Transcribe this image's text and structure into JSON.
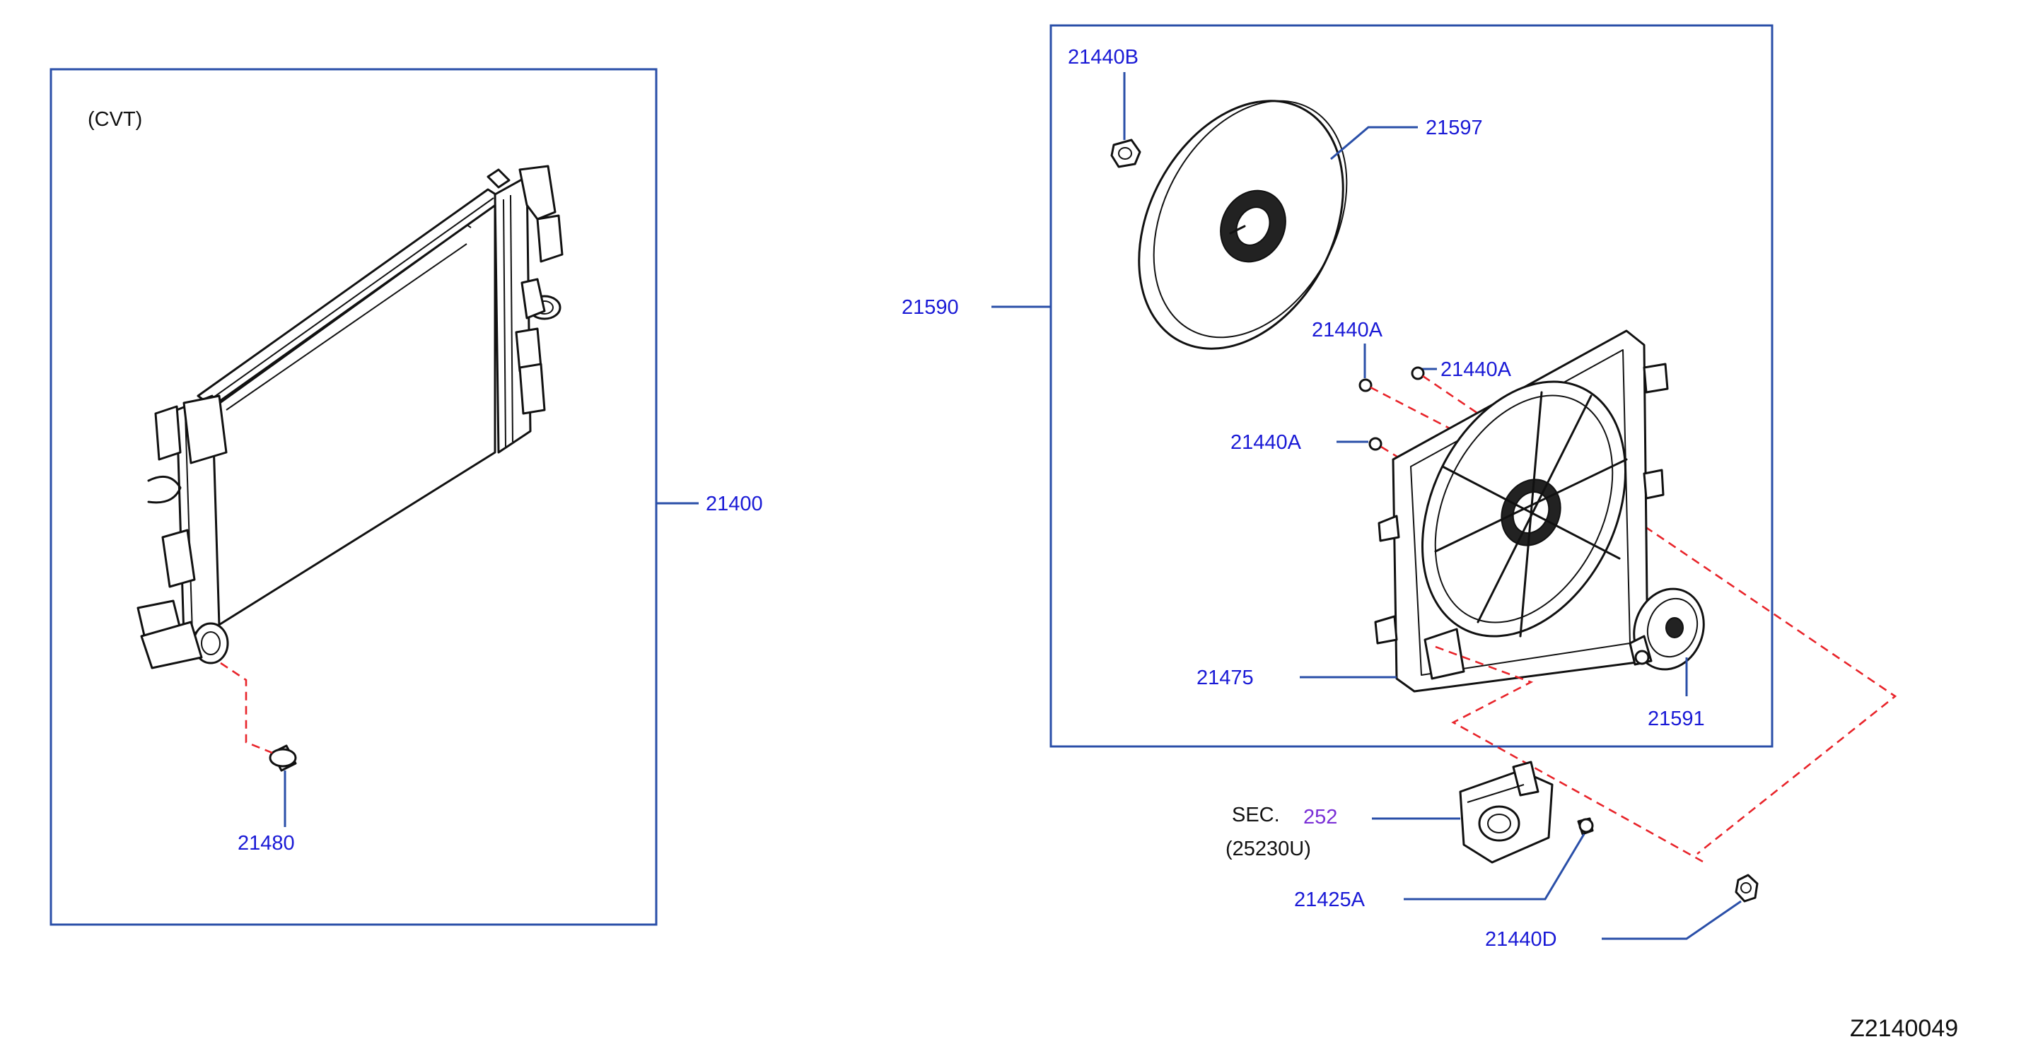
{
  "diagram_code": "Z2140049",
  "left_group": {
    "variant_label": "(CVT)",
    "radiator_part": "21400",
    "drain_plug_part": "21480"
  },
  "right_group": {
    "assembly_part": "21590",
    "fan_blade_nut_part": "21440B",
    "fan_blade_part": "21597",
    "shroud_screw_part_1": "21440A",
    "shroud_screw_part_2": "21440A",
    "shroud_screw_part_3": "21440A",
    "shroud_part": "21475",
    "motor_part": "21591"
  },
  "outside_parts": {
    "sec_prefix": "SEC.",
    "sec_number": "252",
    "sec_sub": "(25230U)",
    "resistor_part": "21425A",
    "bolt_part": "21440D"
  },
  "colors": {
    "label_blue": "#1a1ad6",
    "frame_blue": "#2a4fa8",
    "dashed_red": "#e8242a",
    "section_purple": "#7a2fd6",
    "line_black": "#111111"
  }
}
